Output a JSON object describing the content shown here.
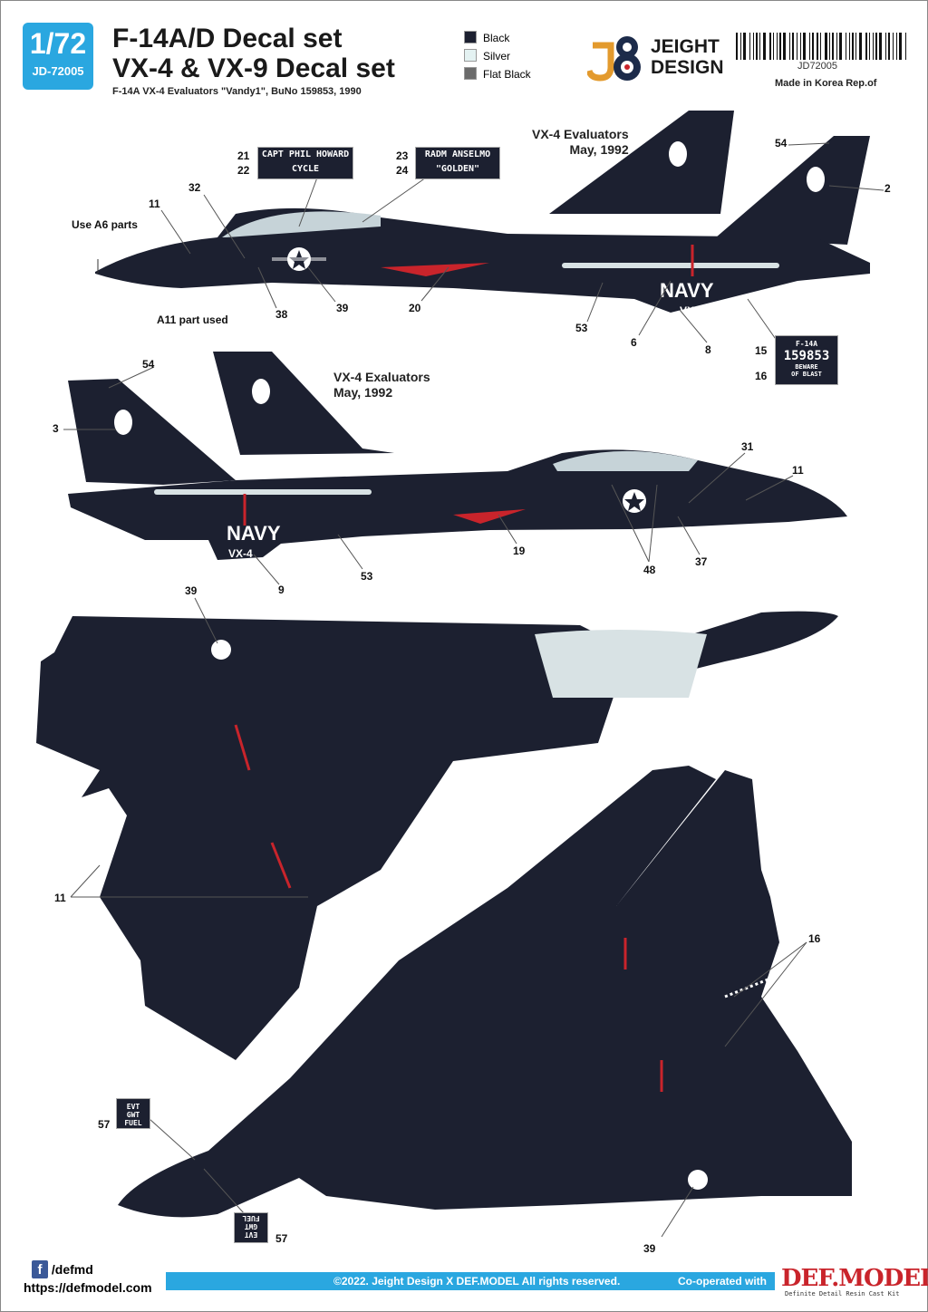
{
  "header": {
    "scale": "1/72",
    "product_code": "JD-72005",
    "title_line1": "F-14A/D Decal set",
    "title_line2": "VX-4 & VX-9 Decal set",
    "subtitle": "F-14A VX-4 Evaluators \"Vandy1\", BuNo 159853, 1990",
    "legend": [
      {
        "label": "Black",
        "color": "#1c2030"
      },
      {
        "label": "Silver",
        "color": "#e4f2f2"
      },
      {
        "label": "Flat Black",
        "color": "#6b6b6b"
      }
    ],
    "brand_line1": "JEIGHT",
    "brand_line2": "DESIGN",
    "barcode_text": "JD72005",
    "made_in": "Made in Korea Rep.of"
  },
  "captions": {
    "top_profile": [
      "VX-4 Evaluators",
      "May, 1992"
    ],
    "second_profile": [
      "VX-4 Exaluators",
      "May, 1992"
    ]
  },
  "decals": {
    "pilot": [
      "CAPT PHIL HOWARD",
      "CYCLE"
    ],
    "rio": [
      "RADM ANSELMO",
      "\"GOLDEN\""
    ],
    "buno": [
      "F-14A",
      "159853",
      "BEWARE",
      "OF BLAST"
    ],
    "evt": [
      "EVT",
      "GWT",
      "FUEL"
    ],
    "navy": "NAVY",
    "squadron": "VX-4"
  },
  "callouts": {
    "p1": [
      "21",
      "22",
      "23",
      "24",
      "32",
      "11",
      "Use A6 parts",
      "A11 part used",
      "38",
      "39",
      "20",
      "53",
      "6",
      "8",
      "15",
      "16",
      "54",
      "2"
    ],
    "p2": [
      "54",
      "3",
      "9",
      "53",
      "19",
      "48",
      "37",
      "31",
      "11"
    ],
    "p3": [
      "39",
      "11",
      "16",
      "57",
      "57",
      "39"
    ]
  },
  "footer": {
    "facebook": "/defmd",
    "url": "https://defmodel.com",
    "copyright": "©2022. Jeight Design X DEF.MODEL All rights reserved.",
    "cooperated": "Co-operated with",
    "partner_logo": "DEF.MODEL",
    "partner_tagline": "Definite Detail Resin Cast Kit"
  },
  "colors": {
    "accent": "#2aa7e0",
    "aircraft": "#1c2030",
    "red": "#c9242b"
  }
}
